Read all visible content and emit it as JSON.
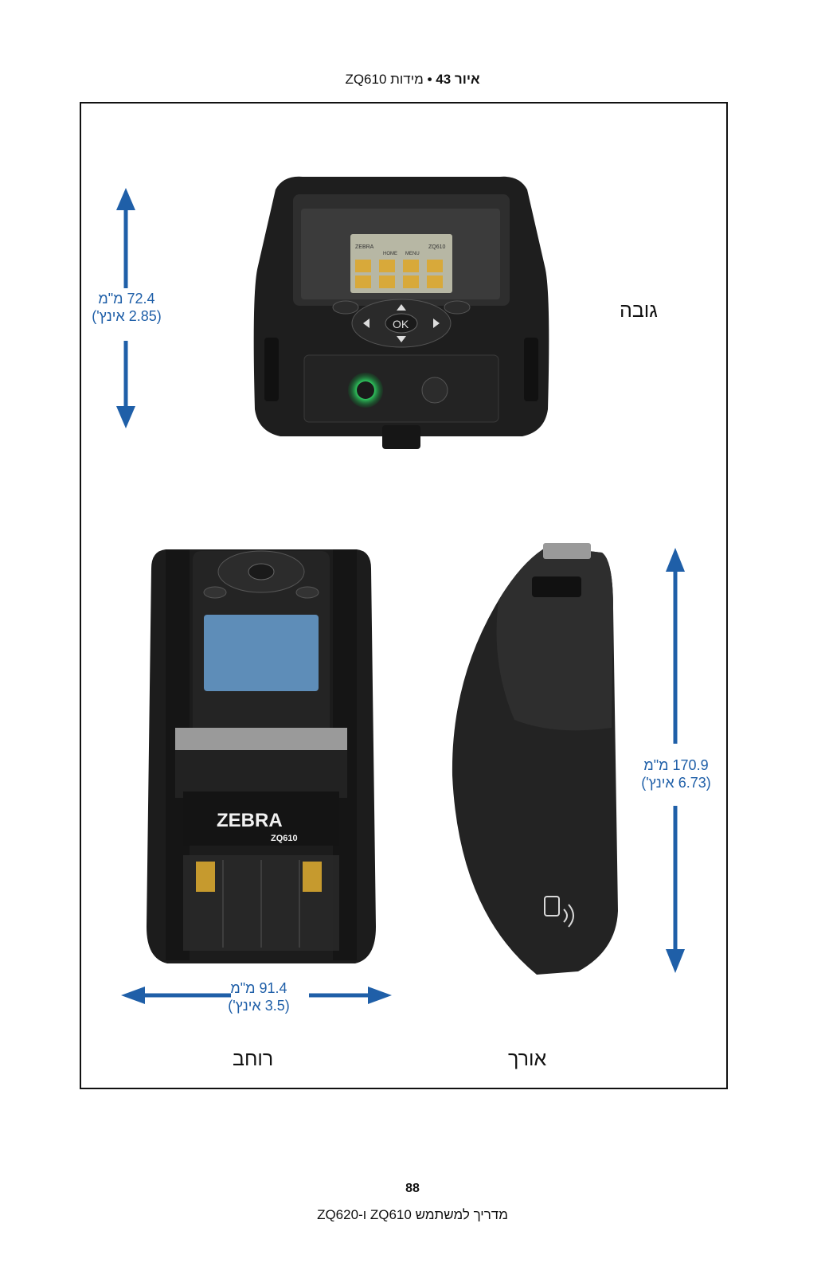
{
  "caption": {
    "figure_label": "איור 43",
    "separator": "•",
    "title": "מידות ZQ610"
  },
  "height_dim": {
    "label": "גובה",
    "metric": "72.4 מ\"מ",
    "imperial": "(2.85 אינץ')"
  },
  "length_dim": {
    "label": "אורך",
    "metric": "170.9 מ\"מ",
    "imperial": "(6.73 אינץ')"
  },
  "width_dim": {
    "label": "רוחב",
    "metric": "91.4 מ\"מ",
    "imperial": "(3.5 אינץ')"
  },
  "printer": {
    "brand": "ZEBRA",
    "model": "ZQ610",
    "ok_button": "OK",
    "screen_brand": "ZEBRA",
    "screen_home": "HOME",
    "screen_menu": "MENU",
    "screen_model": "ZQ610"
  },
  "footer": {
    "page_number": "88",
    "doc_title": "מדריך למשתמש ZQ610 ו-ZQ620"
  },
  "colors": {
    "dimension": "#1f5fa8",
    "power_led": "#35e06a"
  }
}
